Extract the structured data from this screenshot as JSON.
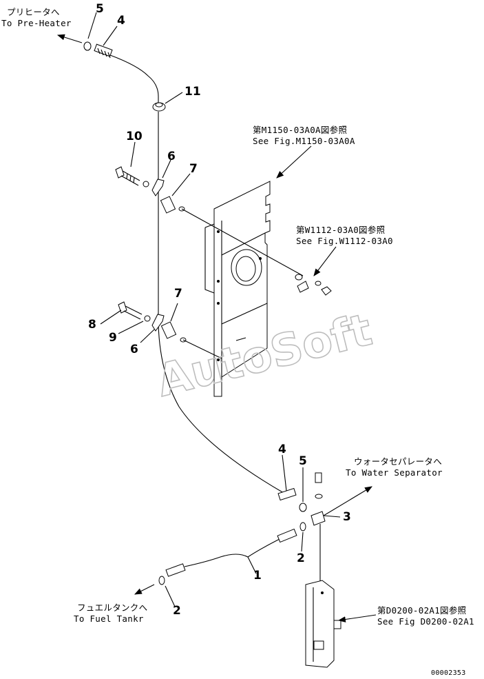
{
  "watermark": "AutoSoft",
  "callouts": {
    "c5_top": "5",
    "c4_top": "4",
    "c11": "11",
    "c10": "10",
    "c6_upper": "6",
    "c7_upper": "7",
    "c7_lower": "7",
    "c8": "8",
    "c9": "9",
    "c6_lower": "6",
    "c4_mid": "4",
    "c5_mid": "5",
    "c3": "3",
    "c2_mid": "2",
    "c1": "1",
    "c2_bottom": "2"
  },
  "labels": {
    "preheater_jp": "プリヒータへ",
    "preheater_en": "To Pre-Heater",
    "ref_m1150_jp": "第M1150-03A0A図参照",
    "ref_m1150_en": "See Fig.M1150-03A0A",
    "ref_w1112_jp": "第W1112-03A0図参照",
    "ref_w1112_en": "See Fig.W1112-03A0",
    "water_sep_jp": "ウォータセパレータへ",
    "water_sep_en": "To Water Separator",
    "fuel_tank_jp": "フュエルタンクへ",
    "fuel_tank_en": "To Fuel Tankr",
    "ref_d0200_jp": "第D0200-02A1図参照",
    "ref_d0200_en": "See Fig D0200-02A1"
  },
  "drawing_number": "00002353"
}
